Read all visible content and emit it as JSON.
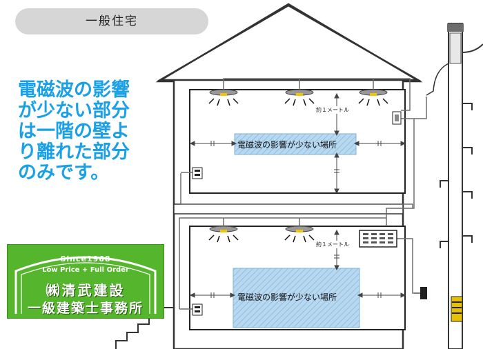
{
  "header": {
    "title": "一般住宅"
  },
  "headline": {
    "lines": [
      "電磁波の影響",
      "が少ない部分",
      "は一階の壁よ",
      "り離れた部分",
      "のみです。"
    ]
  },
  "diagram": {
    "upper_zone_label": "電磁波の影響が少ない場所",
    "lower_zone_label": "電磁波の影響が少ない場所",
    "upper_distance": "約１メートル",
    "lower_distance": "約１メートル"
  },
  "logo": {
    "since": "Since1968",
    "tagline": "Low Price + Full Order",
    "company_name": "㈱清武建設",
    "office_name": "一級建築士事務所"
  },
  "colors": {
    "headline": "#1aa0e6",
    "zone_fill": "#a9cde8",
    "logo_green": "#55b52c",
    "wire_gray": "#6d6d6d"
  }
}
